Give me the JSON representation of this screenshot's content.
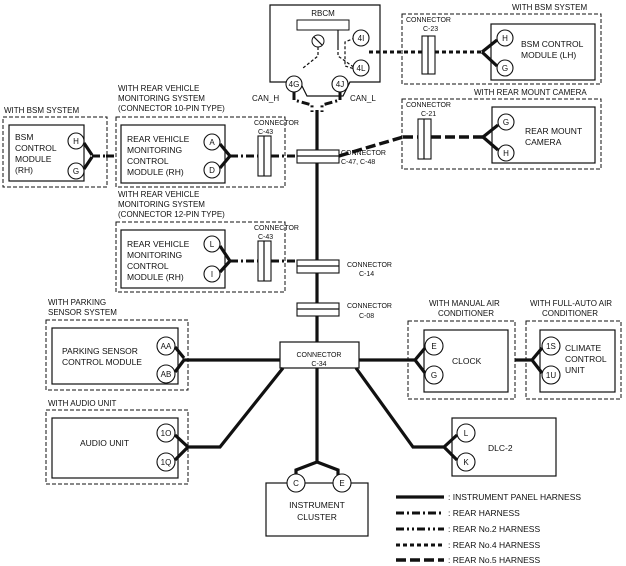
{
  "rbcm": {
    "title": "RBCM",
    "pins": {
      "4I": "4I",
      "4L": "4L",
      "4G": "4G",
      "4J": "4J"
    },
    "can_h": "CAN_H",
    "can_l": "CAN_L"
  },
  "bsm_lh": {
    "cond": "WITH BSM SYSTEM",
    "conn_word": "CONNECTOR",
    "conn_id": "C-23",
    "name": [
      "BSM CONTROL",
      "MODULE (LH)"
    ],
    "pins": [
      "H",
      "G"
    ]
  },
  "rear_camera": {
    "cond": "WITH REAR MOUNT CAMERA",
    "conn_word": "CONNECTOR",
    "conn_id": "C-21",
    "name": [
      "REAR MOUNT",
      "CAMERA"
    ],
    "pins": [
      "G",
      "H"
    ]
  },
  "bsm_rh": {
    "cond": "WITH BSM SYSTEM",
    "name": [
      "BSM",
      "CONTROL",
      "MODULE",
      "(RH)"
    ],
    "pins": [
      "H",
      "G"
    ]
  },
  "rvm10": {
    "cond": [
      "WITH REAR VEHICLE",
      "MONITORING SYSTEM",
      "(CONNECTOR 10-PIN TYPE)"
    ],
    "conn_word": "CONNECTOR",
    "conn_id": "C-43",
    "name": [
      "REAR VEHICLE",
      "MONITORING",
      "CONTROL",
      "MODULE (RH)"
    ],
    "pins": [
      "A",
      "D"
    ]
  },
  "rvm12": {
    "cond": [
      "WITH REAR VEHICLE",
      "MONITORING SYSTEM",
      "(CONNECTOR 12-PIN TYPE)"
    ],
    "conn_word": "CONNECTOR",
    "conn_id": "C-43",
    "name": [
      "REAR VEHICLE",
      "MONITORING",
      "CONTROL",
      "MODULE (RH)"
    ],
    "pins": [
      "L",
      "I"
    ]
  },
  "connectors": {
    "c47": {
      "word": "CONNECTOR",
      "id": "C-47, C-48"
    },
    "c14": {
      "word": "CONNECTOR",
      "id": "C-14"
    },
    "c08": {
      "word": "CONNECTOR",
      "id": "C-08"
    },
    "c34": {
      "word": "CONNECTOR",
      "id": "C-34"
    }
  },
  "parking": {
    "cond": [
      "WITH PARKING",
      "SENSOR SYSTEM"
    ],
    "name": [
      "PARKING SENSOR",
      "CONTROL MODULE"
    ],
    "pins": [
      "AA",
      "AB"
    ]
  },
  "clock": {
    "cond": [
      "WITH MANUAL AIR",
      "CONDITIONER"
    ],
    "name": "CLOCK",
    "pins": [
      "E",
      "G"
    ]
  },
  "climate": {
    "cond": [
      "WITH FULL-AUTO AIR",
      "CONDITIONER"
    ],
    "name": [
      "CLIMATE",
      "CONTROL",
      "UNIT"
    ],
    "pins": [
      "1S",
      "1U"
    ]
  },
  "audio": {
    "cond": "WITH AUDIO UNIT",
    "name": "AUDIO UNIT",
    "pins": [
      "1O",
      "1Q"
    ]
  },
  "dlc": {
    "name": "DLC-2",
    "pins": [
      "L",
      "K"
    ]
  },
  "cluster": {
    "name": [
      "INSTRUMENT",
      "CLUSTER"
    ],
    "pins": [
      "C",
      "E"
    ]
  },
  "legend": [
    {
      "label": ": INSTRUMENT PANEL HARNESS",
      "style": "ph"
    },
    {
      "label": ": REAR HARNESS",
      "style": "rear"
    },
    {
      "label": ": REAR No.2 HARNESS",
      "style": "rear2"
    },
    {
      "label": ": REAR No.4 HARNESS",
      "style": "rear4"
    },
    {
      "label": ": REAR No.5 HARNESS",
      "style": "rear5"
    }
  ]
}
